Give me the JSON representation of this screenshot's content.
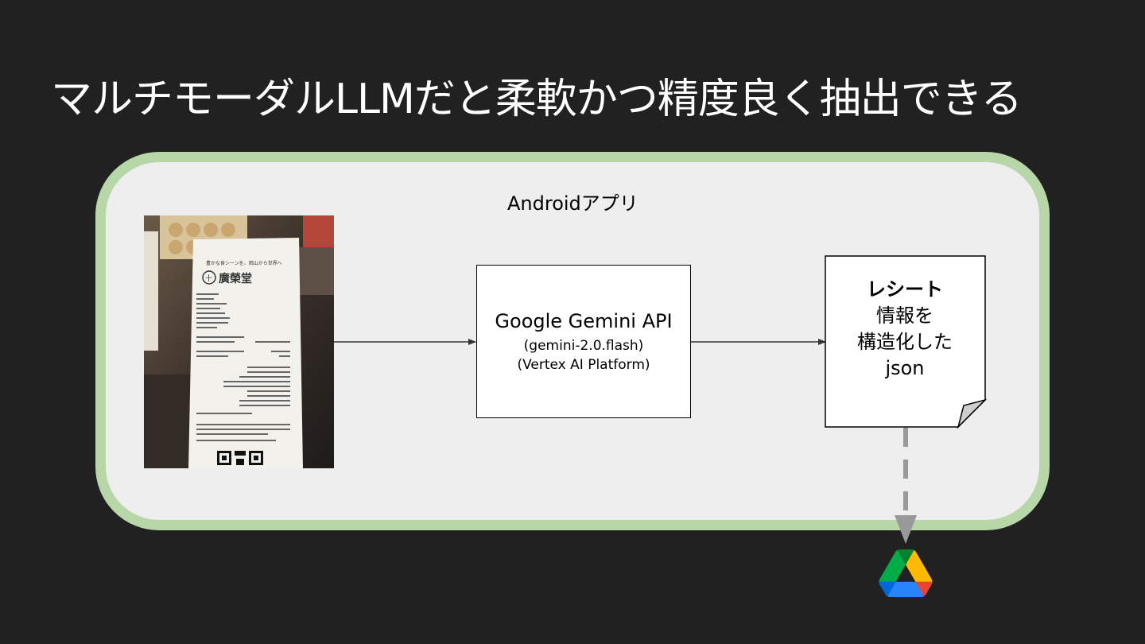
{
  "slide": {
    "title": "マルチモーダルLLMだと柔軟かつ精度良く抽出できる"
  },
  "frame": {
    "label": "Androidアプリ"
  },
  "receipt": {
    "header_tagline": "豊かな食シーンを、岡山から世界へ",
    "store_name": "廣榮堂",
    "qr_caption": "",
    "colors": {
      "paper": "#f2f1ec",
      "ink": "#333333"
    }
  },
  "api_box": {
    "name": "Google Gemini API",
    "model": "(gemini-2.0.flash)",
    "platform": "(Vertex AI Platform)"
  },
  "output_doc": {
    "line1": "レシート",
    "line2": "情報を",
    "line3": "構造化した",
    "line4": "json"
  },
  "colors": {
    "background": "#212121",
    "frame_border": "#b7d7a8",
    "frame_fill": "#eeeeee",
    "dashed_arrow": "#999999"
  },
  "icons": {
    "destination": "google-drive-icon"
  }
}
